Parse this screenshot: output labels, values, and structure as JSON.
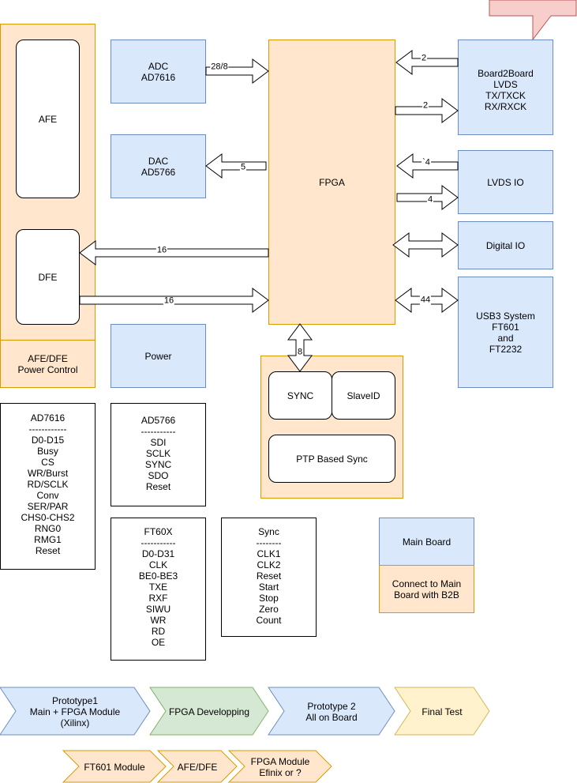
{
  "blocks": {
    "afe": "AFE",
    "dfe": "DFE",
    "afe_power": "AFE/DFE\nPower Control",
    "adc": "ADC\nAD7616",
    "dac": "DAC\nAD5766",
    "power": "Power",
    "fpga": "FPGA",
    "b2b": "Board2Board\nLVDS\nTX/TXCK\nRX/RXCK",
    "lvds": "LVDS IO",
    "digital": "Digital IO",
    "usb3": "USB3 System\nFT601\nand\nFT2232",
    "sync": "SYNC",
    "slaveid": "SlaveID",
    "ptp": "PTP Based Sync",
    "main_board": "Main Board",
    "connect_main": "Connect to Main\nBoard with B2B"
  },
  "arrow_labels": {
    "adc": "28/8",
    "b2b_in": "2",
    "b2b_out": "2",
    "dac": "5",
    "lvds_in": "`4",
    "lvds_out": "4",
    "usb": "44",
    "dfe_in": "16",
    "dfe_out": "16",
    "sync": "8"
  },
  "pin_lists": {
    "ad7616": "AD7616\n------------\nD0-D15\nBusy\nCS\nWR/Burst\nRD/SCLK\nConv\nSER/PAR\nCHS0-CHS2\nRNG0\nRMG1\nReset",
    "ad5766": "AD5766\n-----------\nSDI\nSCLK\nSYNC\nSDO\nReset",
    "ft60x": "FT60X\n-----------\nD0-D31\nCLK\nBE0-BE3\nTXE\nRXF\nSIWU\nWR\nRD\nOE",
    "sync": "Sync\n--------\nCLK1\nCLK2\nReset\nStart\nStop\nZero\nCount"
  },
  "timeline": [
    "Prototype1\nMain + FPGA Module (Xilinx)",
    "FPGA Developping",
    "Prototype 2\nAll on Board",
    "Final Test"
  ],
  "modules": [
    "FT601 Module",
    "AFE/DFE",
    "FPGA Module\nEfinix or ?"
  ],
  "colors": {
    "blue": "#dae8fc",
    "orange": "#ffe6cc",
    "green": "#d5e8d4",
    "yellow": "#fff2cc",
    "red": "#f8cecc"
  }
}
